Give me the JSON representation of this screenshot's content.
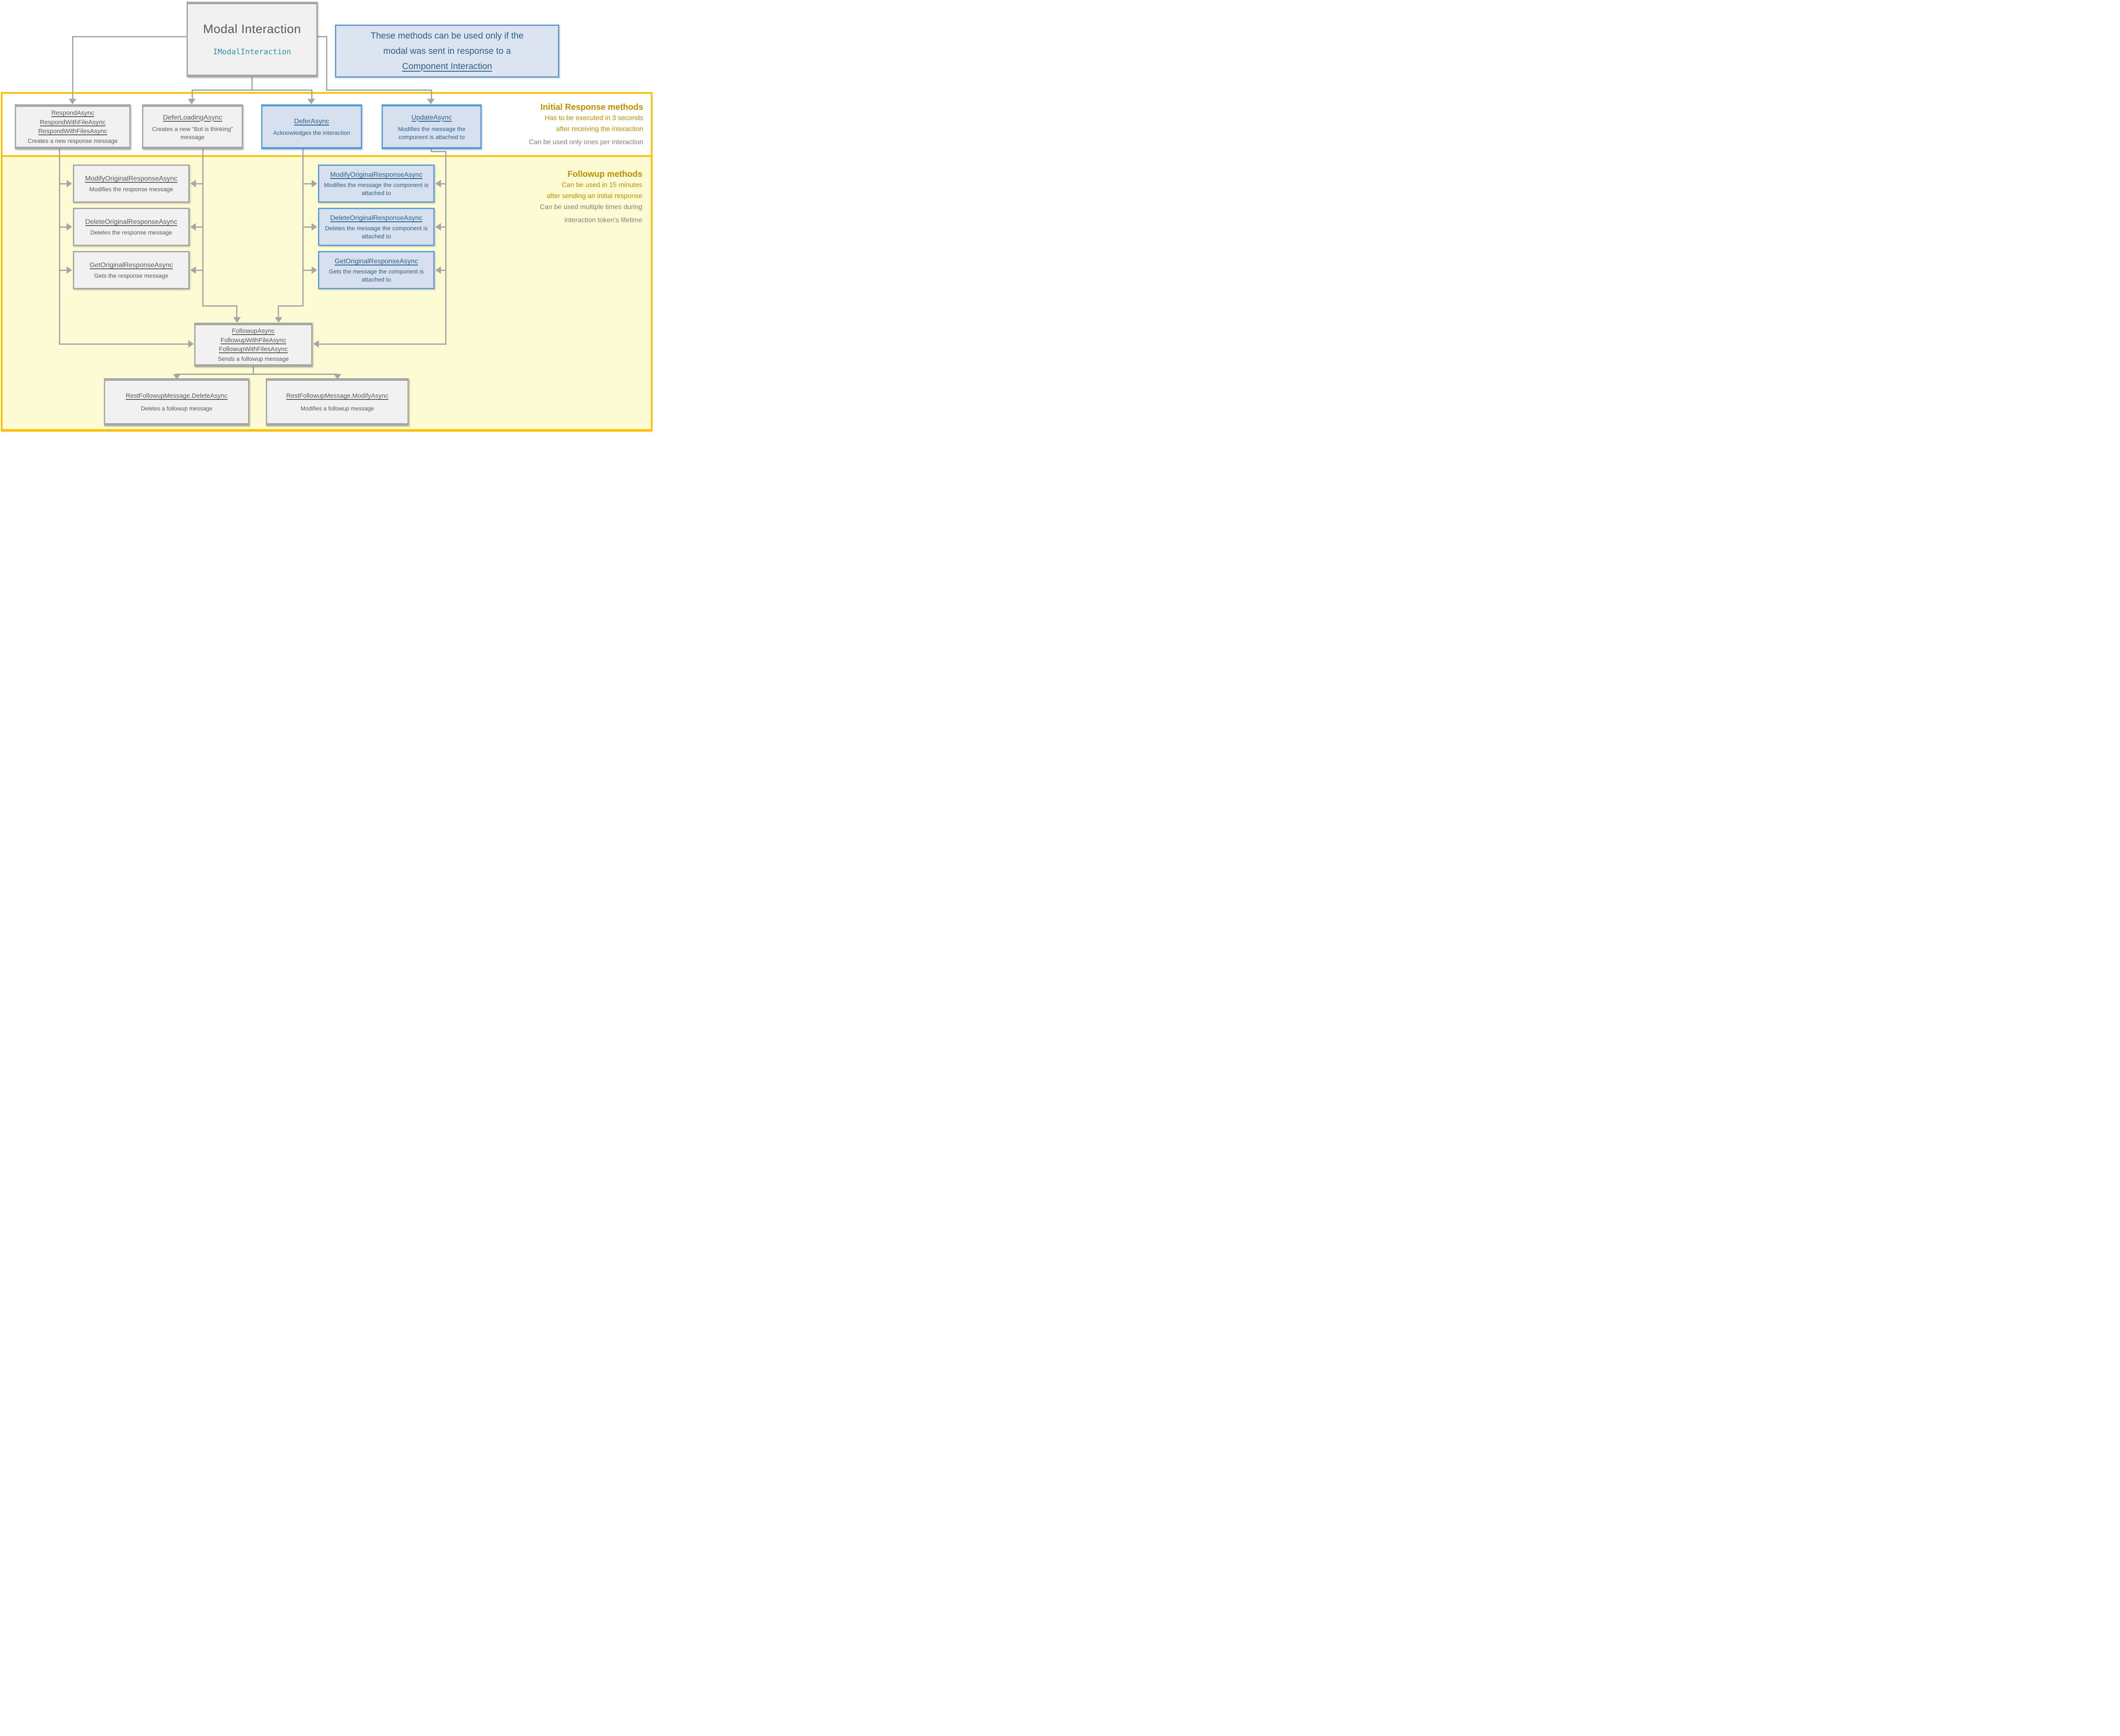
{
  "root": {
    "title": "Modal Interaction",
    "interface": "IModalInteraction"
  },
  "note": {
    "line1": "These methods can be used only if the",
    "line2": "modal was sent in response to a",
    "link": "Component Interaction"
  },
  "initial": {
    "title": "Initial Response methods",
    "gold1": "Has to be executed in 3 seconds",
    "gold2": "after receiving the interaction",
    "gray1": "Can be used only ones per interaction",
    "boxes": [
      {
        "methods": [
          "RespondAsync",
          "RespondWithFileAsync",
          "RespondWithFilesAsync"
        ],
        "desc": "Creates a new response message",
        "style": "gray"
      },
      {
        "methods": [
          "DeferLoadingAsync"
        ],
        "desc": "Creates a new “Bot is thinking” message",
        "style": "gray"
      },
      {
        "methods": [
          "DeferAsync"
        ],
        "desc": "Acknowledges the interaction",
        "style": "blue"
      },
      {
        "methods": [
          "UpdateAsync"
        ],
        "desc": "Modifies the message the component is attached to",
        "style": "blue"
      }
    ]
  },
  "followup": {
    "title": "Followup methods",
    "gold1": "Can be used in 15 minutes",
    "gold2": "after sending an initial response",
    "gray1": "Can be used multiple times during",
    "gray2": "interaction token’s lifetime",
    "left_boxes": [
      {
        "name": "ModifyOriginalResponseAsync",
        "desc": "Modifies the response message"
      },
      {
        "name": "DeleteOriginalResponseAsync",
        "desc": "Deletes the response message"
      },
      {
        "name": "GetOriginalResponseAsync",
        "desc": "Gets the response message"
      }
    ],
    "middle_boxes": [
      {
        "name": "ModifyOriginalResponseAsync",
        "desc": "Modifies the message the component is attached to"
      },
      {
        "name": "DeleteOriginalResponseAsync",
        "desc": "Deletes the message the component is attached to"
      },
      {
        "name": "GetOriginalResponseAsync",
        "desc": "Gets the message the component is attached to"
      }
    ],
    "hub": {
      "methods": [
        "FollowupAsync",
        "FollowupWithFileAsync",
        "FollowupWithFilesAsync"
      ],
      "desc": "Sends a followup message"
    },
    "bottom_boxes": [
      {
        "name": "RestFollowupMessage.DeleteAsync",
        "desc": "Deletes a followup message"
      },
      {
        "name": "RestFollowupMessage.ModifyAsync",
        "desc": "Modifies a followup message"
      }
    ]
  },
  "colors": {
    "orange": "#FFC000",
    "yellow_fill": "#FDFBD3",
    "gray_border": "#A6A6A6",
    "gray_fill": "#F1F1F1",
    "blue_border": "#5B9BD5",
    "blue_fill": "#D6E0EE",
    "text_gray": "#595959",
    "text_blue": "#2D5F8B",
    "gold": "#BF8F00",
    "note_gray": "#7F7F7F",
    "teal": "#2B91AF",
    "connector": "#A6A6A6"
  }
}
